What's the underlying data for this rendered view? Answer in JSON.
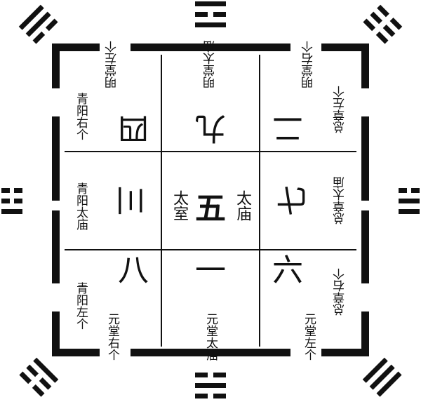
{
  "palaces": {
    "top_left": "四",
    "top": "九",
    "top_right": "二",
    "left": "三",
    "right": "七",
    "bottom_left": "八",
    "bottom": "一",
    "bottom_right": "六"
  },
  "center": {
    "number": "五",
    "left_text": "太室",
    "right_text": "太庙"
  },
  "labels": {
    "top_left": "明堂左个",
    "top_center": "明堂太庙",
    "top_right": "明堂右个",
    "left_upper": "青阳右个",
    "left_center": "青阳太庙",
    "left_lower": "青阳左个",
    "right_upper": "总章左个",
    "right_center": "总章太庙",
    "right_lower": "总章右个",
    "bottom_left": "元堂右个",
    "bottom_center": "元堂太庙",
    "bottom_right": "元堂左个"
  },
  "trigrams": {
    "top": "li-trigram",
    "bottom": "kan-trigram",
    "left": "zhen-trigram",
    "right": "dui-trigram",
    "top_left": "xun-trigram",
    "top_right": "kun-trigram",
    "bottom_left": "gen-trigram",
    "bottom_right": "qian-trigram"
  },
  "colors": {
    "ink": "#111111",
    "background": "#ffffff"
  }
}
